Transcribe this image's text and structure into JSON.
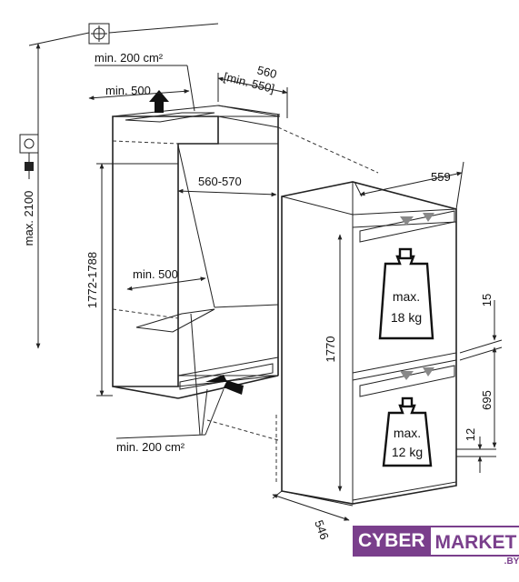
{
  "dimensions": {
    "vent_top": "min. 200 cm²",
    "vent_bottom": "min. 200 cm²",
    "top_opening_depth": "min. 500",
    "inner_opening_depth": "min. 500",
    "niche_depth": "560",
    "niche_depth_min": "[min. 550]",
    "niche_width": "560-570",
    "niche_height": "1772-1788",
    "max_height": "max. 2100",
    "appliance_width": "559",
    "appliance_height": "1770",
    "appliance_depth": "546",
    "door_gap_upper": "15",
    "lower_door_height": "695",
    "door_gap_lower": "12"
  },
  "weights": {
    "upper": {
      "line1": "max.",
      "line2": "18 kg"
    },
    "lower": {
      "line1": "max.",
      "line2": "12 kg"
    }
  },
  "logo": {
    "part1": "CYBER",
    "part2": "MARKET",
    "tld": ".BY"
  },
  "colors": {
    "brand": "#7a3f8c",
    "ink": "#222222",
    "shelf": "#b8b8b8"
  },
  "icons": [
    "wall-socket-icon",
    "power-plug-icon",
    "ceiling-outlet-icon",
    "weight-icon",
    "airflow-arrow-icon"
  ]
}
